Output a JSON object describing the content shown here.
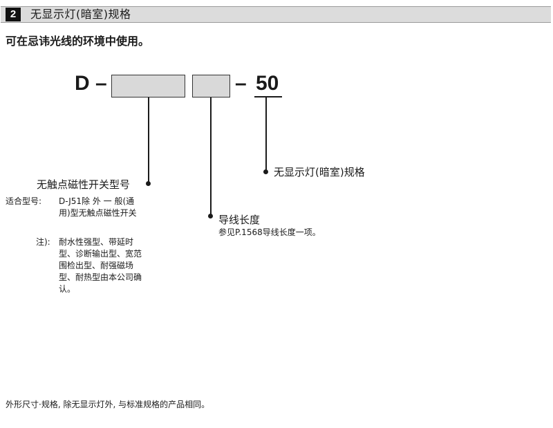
{
  "section": {
    "number": "2",
    "title": "无显示灯(暗室)规格"
  },
  "intro": "可在忌讳光线的环境中使用。",
  "code": {
    "prefix": "D –",
    "separator": "–",
    "suffix": "50"
  },
  "callouts": {
    "switch_model": {
      "label": "无触点磁性开关型号",
      "applicable_label": "适合型号:",
      "applicable_text": "D-J51除 外 一 般(通用)型无触点磁性开关",
      "note_label": "注):",
      "note_text": "耐水性强型、带延时型、诊断输出型、宽范围检出型、耐强磁场型、耐热型由本公司确认。"
    },
    "lead_length": {
      "label": "导线长度",
      "text": "参见P.1568导线长度一项。"
    },
    "no_indicator": {
      "label": "无显示灯(暗室)规格"
    }
  },
  "footer_note": "外形尺寸·规格, 除无显示灯外, 与标准规格的产品相同。",
  "colors": {
    "header_background": "#dcdcdc",
    "box_fill": "#d9d9d9",
    "section_number_background": "#111111"
  }
}
